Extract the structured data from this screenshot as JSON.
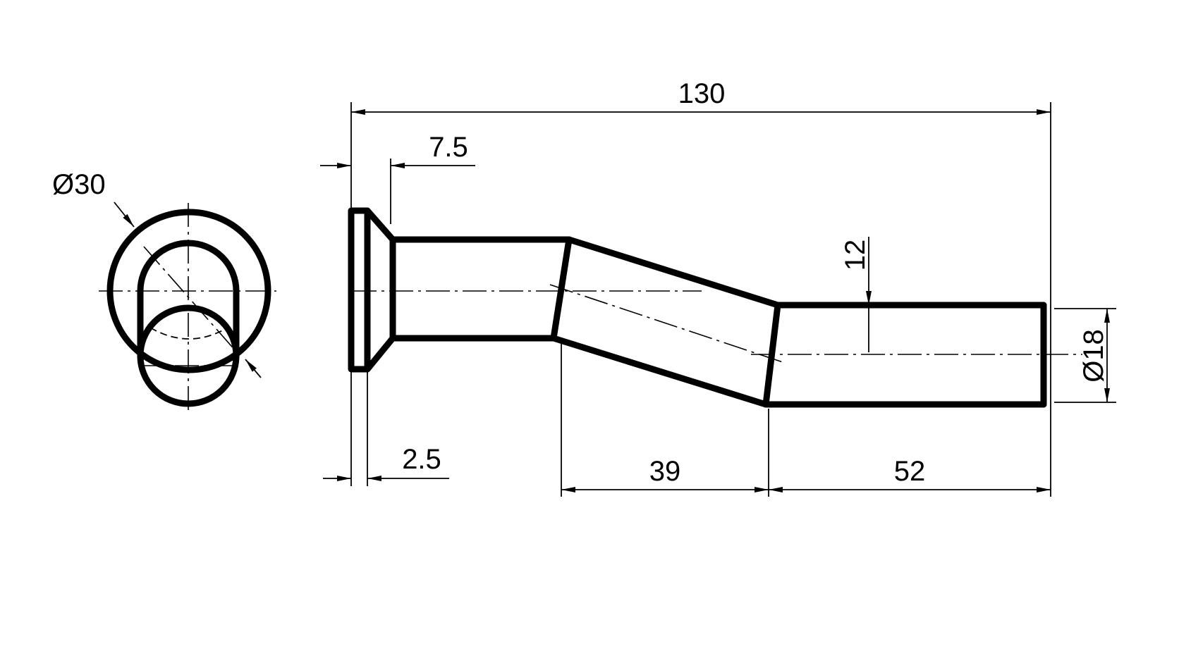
{
  "drawing": {
    "dimensions": {
      "overall_length": "130",
      "head_chamfer": "7.5",
      "head_thickness": "2.5",
      "offset_length": "39",
      "end_length": "52",
      "offset": "12",
      "shank_diameter": "Ø18",
      "head_diameter": "Ø30"
    }
  }
}
